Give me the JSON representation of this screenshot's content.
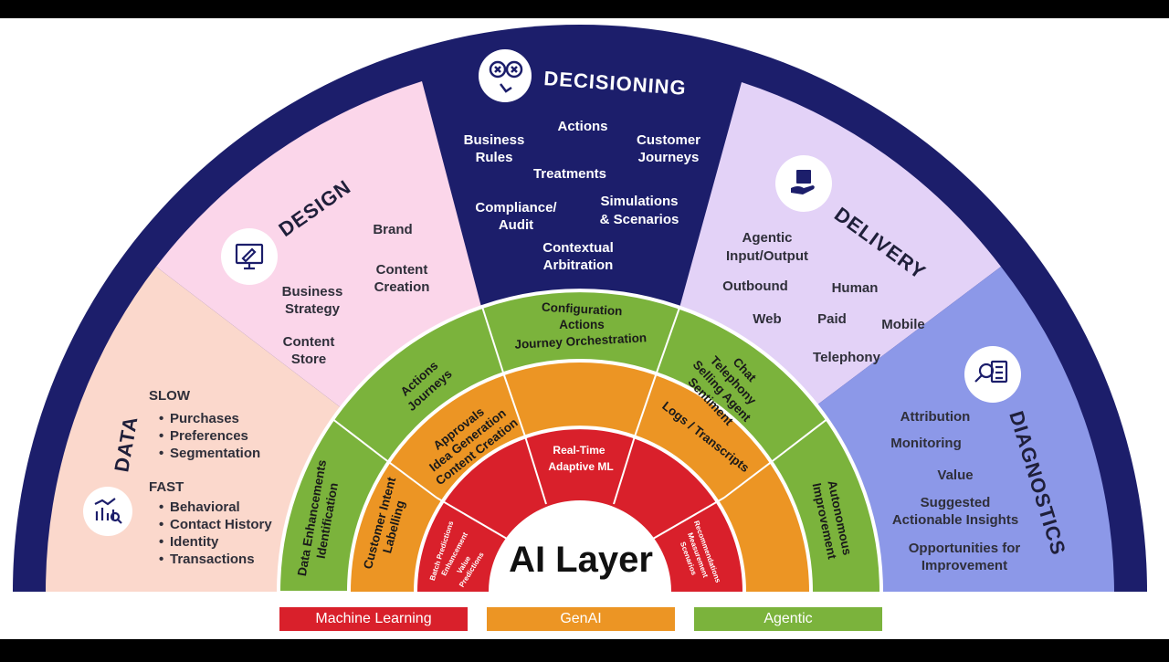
{
  "title": "AI Layer",
  "colors": {
    "navy": "#1c1e6b",
    "design_pink": "#fbd6ea",
    "data_peach": "#fbd8cc",
    "delivery_lavender": "#e3d2f7",
    "diagnostics_blue": "#8c98e8",
    "agentic_green": "#7bb33c",
    "genai_orange": "#ec9524",
    "ml_red": "#d9202b"
  },
  "segments": {
    "decisioning": {
      "title": "DECISIONING",
      "icon": "decision-icon",
      "items": [
        "Actions",
        "Business",
        "Rules",
        "Customer",
        "Journeys",
        "Treatments",
        "Compliance/",
        "Audit",
        "Simulations",
        "& Scenarios",
        "Contextual",
        "Arbitration"
      ]
    },
    "design": {
      "title": "DESIGN",
      "icon": "design-monitor-icon",
      "items": [
        "Brand",
        "Content",
        "Creation",
        "Business",
        "Strategy",
        "Content",
        "Store"
      ]
    },
    "delivery": {
      "title": "DELIVERY",
      "icon": "delivery-box-icon",
      "items": [
        "Agentic",
        "Input/Output",
        "Outbound",
        "Human",
        "Web",
        "Paid",
        "Mobile",
        "Telephony"
      ]
    },
    "data": {
      "title": "DATA",
      "icon": "data-chart-icon",
      "slow_label": "SLOW",
      "slow_items": [
        "Purchases",
        "Preferences",
        "Segmentation"
      ],
      "fast_label": "FAST",
      "fast_items": [
        "Behavioral",
        "Contact History",
        "Identity",
        "Transactions"
      ]
    },
    "diagnostics": {
      "title": "DIAGNOSTICS",
      "icon": "diagnostics-magnifier-icon",
      "items": [
        "Attribution",
        "Monitoring",
        "Value",
        "Suggested",
        "Actionable Insights",
        "Opportunities for",
        "Improvement"
      ]
    }
  },
  "rings": {
    "green": {
      "data_enh": [
        "Data Enhancements",
        "Identification"
      ],
      "actions_journeys": [
        "Actions",
        "Journeys"
      ],
      "config": [
        "Configuration",
        "Actions",
        "Journey Orchestration"
      ],
      "chat": [
        "Chat",
        "Telephony",
        "Selling Agent",
        "Sentiment"
      ],
      "autonomous": [
        "Autonomous",
        "Improvement"
      ]
    },
    "orange": {
      "customer_intent": [
        "Customer Intent",
        "Labelling"
      ],
      "approvals": [
        "Approvals",
        "Idea Generation",
        "Content Creation"
      ],
      "logs": [
        "Logs / Transcripts"
      ]
    },
    "red": {
      "realtime": [
        "Real-Time",
        "Adaptive ML"
      ],
      "batch": [
        "Batch Predictions",
        "Enhancement",
        "Value",
        "Predictions"
      ],
      "recs": [
        "Recommendations",
        "Measurement",
        "Scenarios"
      ]
    }
  },
  "legend": {
    "ml": "Machine Learning",
    "genai": "GenAI",
    "agentic": "Agentic"
  }
}
